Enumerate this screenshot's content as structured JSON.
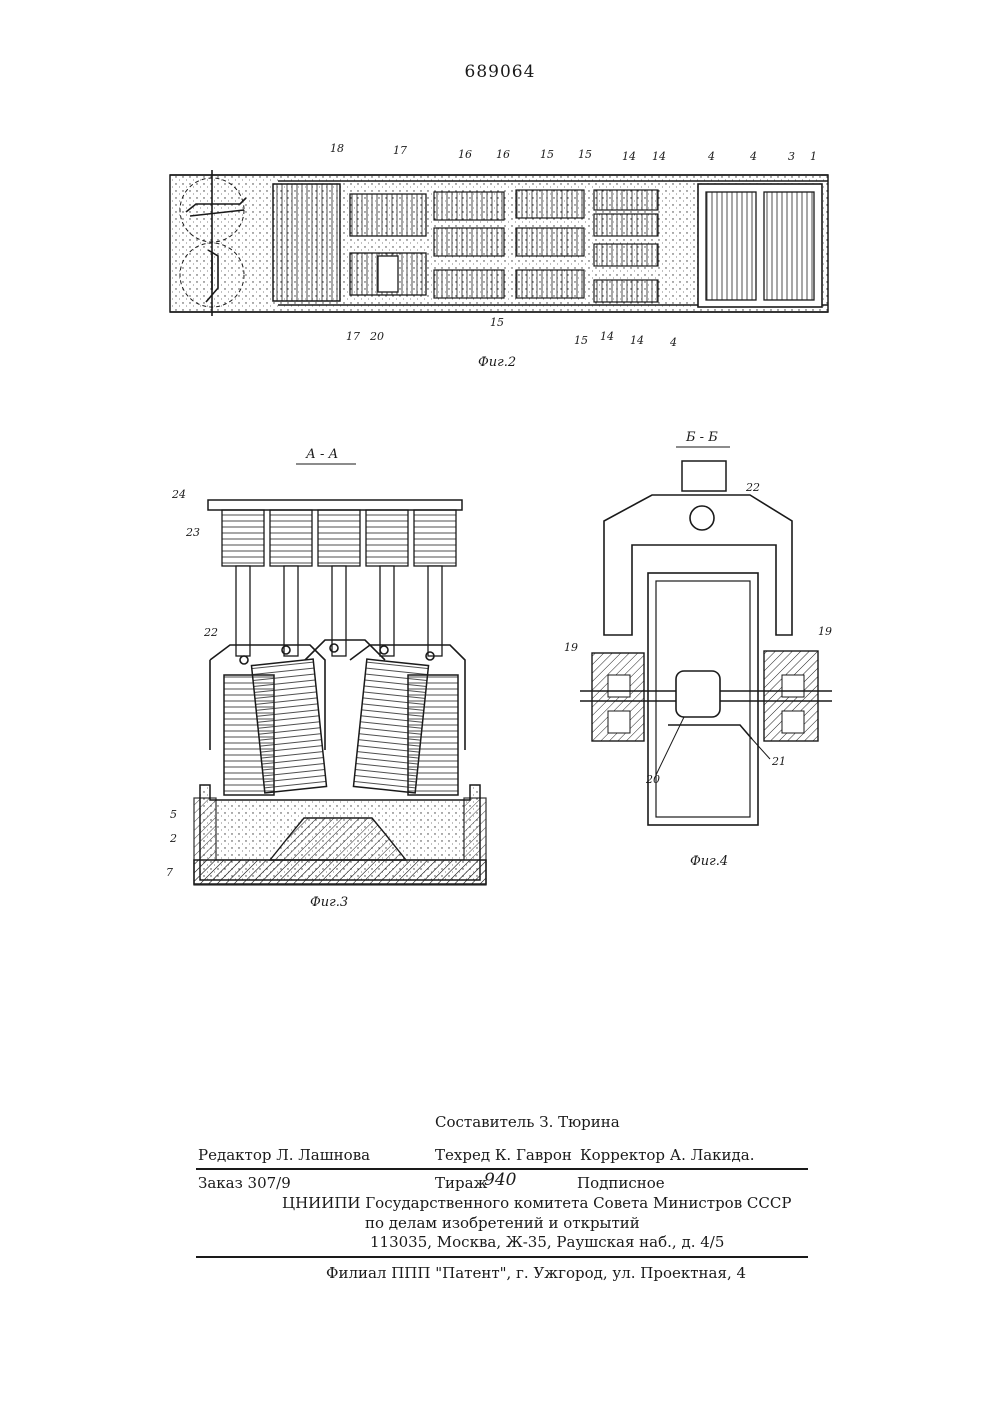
{
  "document": {
    "patent_number": "689064"
  },
  "figures": {
    "fig2": {
      "caption": "Фиг.2",
      "labels": [
        "18",
        "17",
        "16",
        "16",
        "15",
        "15",
        "14",
        "14",
        "4",
        "4",
        "3",
        "1",
        "17",
        "20",
        "15",
        "15",
        "14",
        "14",
        "4"
      ]
    },
    "fig3": {
      "caption": "Фиг.3",
      "section_title": "А - А",
      "labels": [
        "24",
        "23",
        "22",
        "5",
        "2",
        "7"
      ]
    },
    "fig4": {
      "caption": "Фиг.4",
      "section_title": "Б - Б",
      "labels": [
        "22",
        "19",
        "19",
        "20",
        "21"
      ]
    }
  },
  "imprint": {
    "compiler": "Составитель З. Тюрина",
    "editor": "Редактор Л. Лашнова",
    "techred": "Техред К. Гаврон",
    "corrector": "Корректор А. Лакида.",
    "order": "Заказ 307/9",
    "tirazh_label": "Тираж",
    "tirazh_value": "940",
    "subscription": "Подписное",
    "org_line1": "ЦНИИПИ Государственного комитета Совета Министров СССР",
    "org_line2": "по делам изобретений и открытий",
    "address": "113035, Москва, Ж-35, Раушская наб., д. 4/5",
    "branch": "Филиал ППП \"Патент\", г. Ужгород, ул. Проектная, 4"
  }
}
